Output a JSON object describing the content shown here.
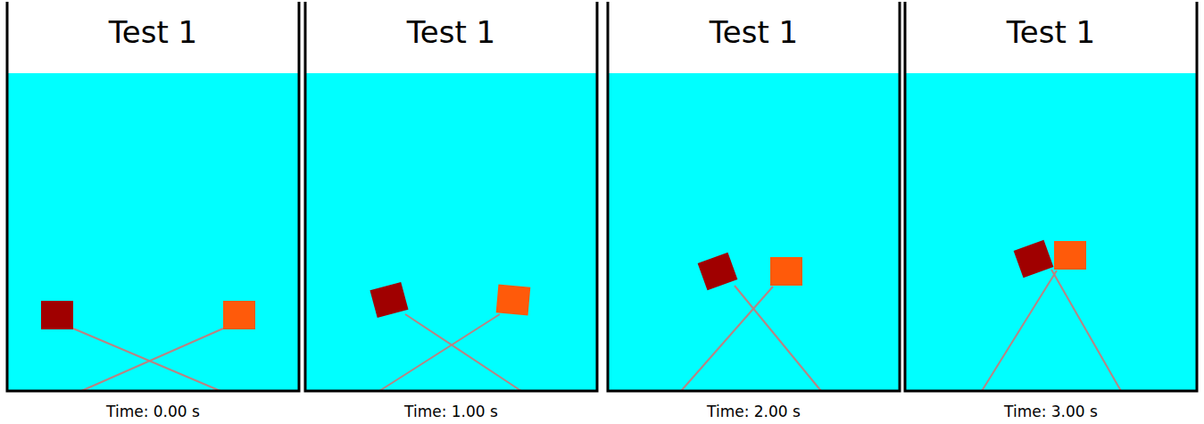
{
  "diagram": {
    "labels": [
      "Test 1",
      "Test 1",
      "Test 1",
      "Test 1",
      "Time: 0.00 s",
      "Time: 1.00 s",
      "Time: 2.00 s",
      "Time: 3.00 s"
    ]
  }
}
